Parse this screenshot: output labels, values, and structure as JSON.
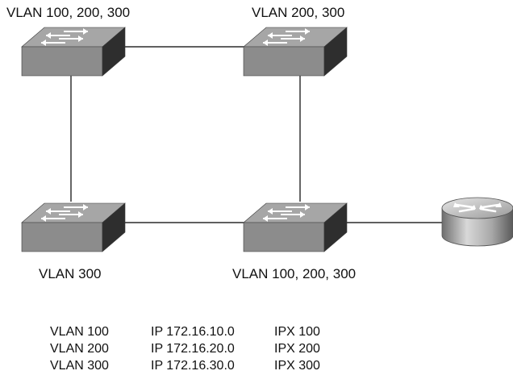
{
  "switches": [
    {
      "id": "sw-top-left",
      "label": "VLAN 100, 200, 300"
    },
    {
      "id": "sw-top-right",
      "label": "VLAN 200, 300"
    },
    {
      "id": "sw-bottom-left",
      "label": "VLAN 300"
    },
    {
      "id": "sw-bottom-right",
      "label": "VLAN 100, 200, 300"
    }
  ],
  "router": {
    "id": "router"
  },
  "links": [
    [
      "sw-top-left",
      "sw-top-right"
    ],
    [
      "sw-top-left",
      "sw-bottom-left"
    ],
    [
      "sw-top-right",
      "sw-bottom-right"
    ],
    [
      "sw-bottom-left",
      "sw-bottom-right"
    ],
    [
      "sw-bottom-right",
      "router"
    ]
  ],
  "vlan_table": {
    "rows": [
      {
        "vlan": "VLAN 100",
        "ip": "IP 172.16.10.0",
        "ipx": "IPX 100"
      },
      {
        "vlan": "VLAN 200",
        "ip": "IP 172.16.20.0",
        "ipx": "IPX 200"
      },
      {
        "vlan": "VLAN 300",
        "ip": "IP 172.16.30.0",
        "ipx": "IPX 300"
      }
    ]
  },
  "colors": {
    "switch_top": "#a6a6a6",
    "switch_front": "#8c8c8c",
    "switch_side": "#2e2e2e",
    "arrow": "#ffffff",
    "link": "#000000"
  }
}
